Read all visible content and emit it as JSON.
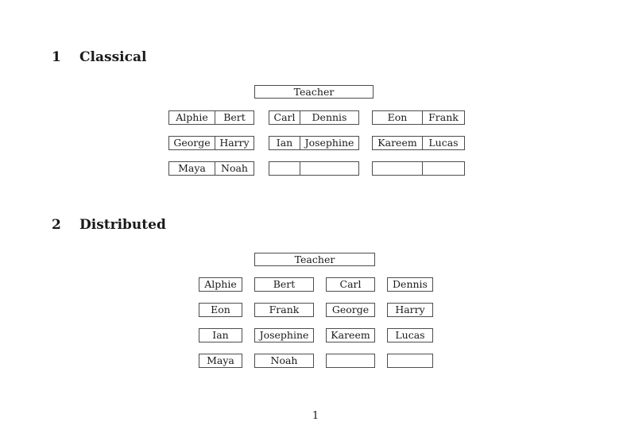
{
  "colors": {
    "background": "#ffffff",
    "ink": "#1a1a1a",
    "box_border": "#4d4d4d"
  },
  "classical": {
    "heading_number": "1",
    "heading_title": "Classical",
    "teacher_label": "Teacher",
    "desk_rows": [
      [
        [
          "Alphie",
          "Bert"
        ],
        [
          "Carl",
          "Dennis"
        ],
        [
          "Eon",
          "Frank"
        ]
      ],
      [
        [
          "George",
          "Harry"
        ],
        [
          "Ian",
          "Josephine"
        ],
        [
          "Kareem",
          "Lucas"
        ]
      ],
      [
        [
          "Maya",
          "Noah"
        ],
        [
          "",
          ""
        ],
        [
          "",
          ""
        ]
      ]
    ]
  },
  "distributed": {
    "heading_number": "2",
    "heading_title": "Distributed",
    "teacher_label": "Teacher",
    "seat_rows": [
      [
        "Alphie",
        "Bert",
        "Carl",
        "Dennis"
      ],
      [
        "Eon",
        "Frank",
        "George",
        "Harry"
      ],
      [
        "Ian",
        "Josephine",
        "Kareem",
        "Lucas"
      ],
      [
        "Maya",
        "Noah",
        "",
        ""
      ]
    ]
  },
  "footer": {
    "page_number": "1"
  }
}
